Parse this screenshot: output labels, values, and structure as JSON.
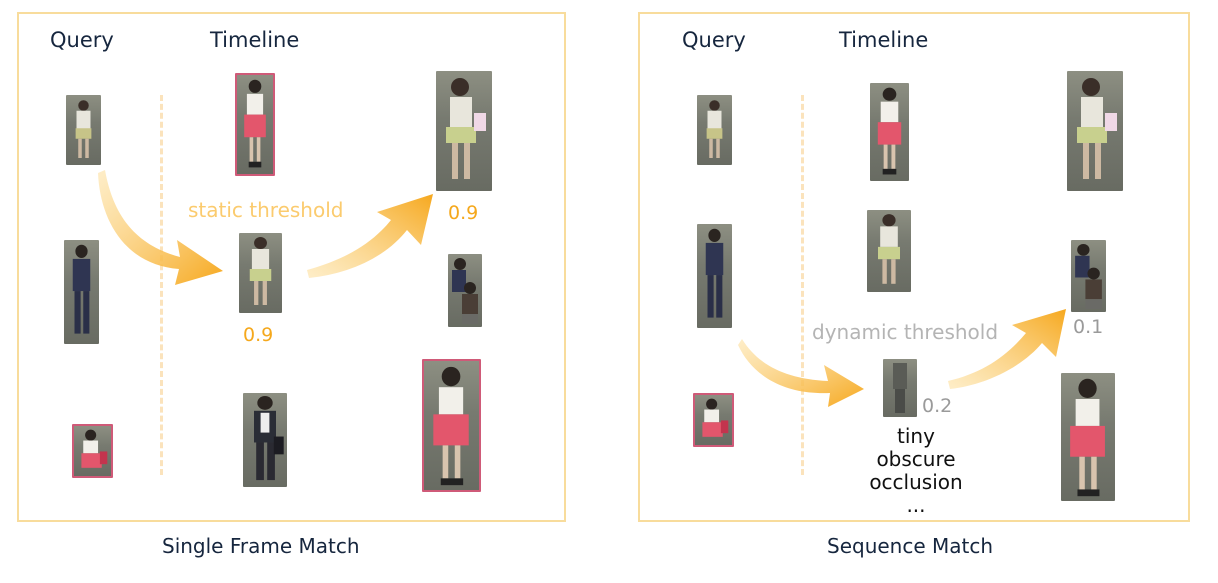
{
  "left": {
    "query_header": "Query",
    "timeline_header": "Timeline",
    "threshold_label": "static threshold",
    "score_middle": "0.9",
    "score_top_right": "0.9",
    "caption": "Single Frame Match"
  },
  "right": {
    "query_header": "Query",
    "timeline_header": "Timeline",
    "threshold_label": "dynamic threshold",
    "score_small_crop": "0.2",
    "score_right": "0.1",
    "notes": [
      "tiny",
      "obscure",
      "occlusion",
      "..."
    ],
    "caption": "Sequence Match"
  },
  "colors": {
    "panel_border": "#f8dc9c",
    "arrow": "#f6a81e",
    "highlight_border": "#cf5a78",
    "score_orange": "#f5a81c",
    "score_gray": "#9a9a9a",
    "text_dark": "#16263e"
  }
}
